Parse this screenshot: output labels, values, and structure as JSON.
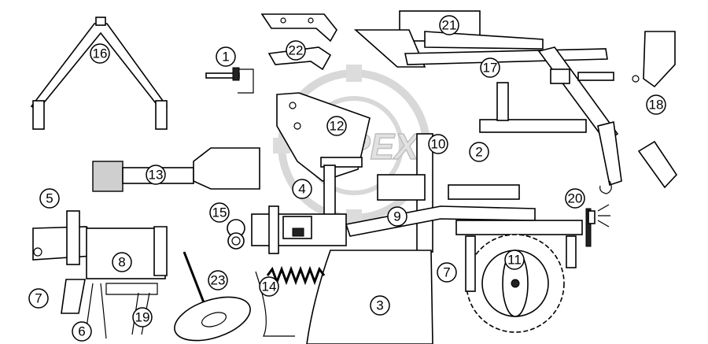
{
  "watermark": {
    "text": "OPEX"
  },
  "callouts": [
    "1",
    "2",
    "3",
    "4",
    "5",
    "6",
    "7",
    "7",
    "8",
    "9",
    "10",
    "11",
    "12",
    "13",
    "14",
    "15",
    "16",
    "17",
    "18",
    "19",
    "20",
    "21",
    "22",
    "23"
  ]
}
